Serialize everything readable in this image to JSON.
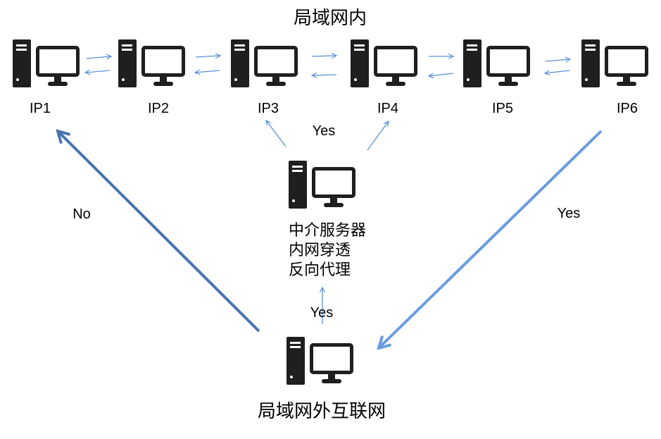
{
  "title_top": "局域网内",
  "title_bottom": "局域网外互联网",
  "lan_hosts": [
    {
      "label": "IP1",
      "icon": "computer-icon"
    },
    {
      "label": "IP2",
      "icon": "computer-icon"
    },
    {
      "label": "IP3",
      "icon": "computer-icon"
    },
    {
      "label": "IP4",
      "icon": "computer-icon"
    },
    {
      "label": "IP5",
      "icon": "computer-icon"
    },
    {
      "label": "IP6",
      "icon": "computer-icon"
    }
  ],
  "server": {
    "icon": "computer-icon",
    "lines": [
      "中介服务器",
      "内网穿透",
      "反向代理"
    ]
  },
  "external_host": {
    "icon": "computer-icon"
  },
  "edge_labels": {
    "server_to_lan": "Yes",
    "external_to_server": "Yes",
    "external_to_ip1": "No",
    "external_to_ip6": "Yes"
  },
  "colors": {
    "icon": "#1f1f1f",
    "thin_arrow": "#5b8fd6",
    "arrow_no": "#4a72b0",
    "arrow_yes": "#6b9be0",
    "text": "#000000"
  }
}
